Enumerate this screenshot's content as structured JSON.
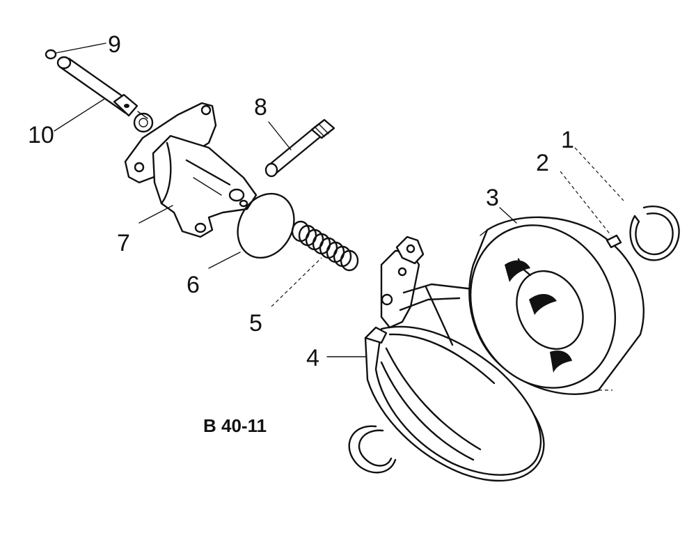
{
  "figure_ref": "B 40-11",
  "callouts": [
    {
      "id": "1",
      "part": "snap-ring"
    },
    {
      "id": "2",
      "part": "key"
    },
    {
      "id": "3",
      "part": "drum"
    },
    {
      "id": "4",
      "part": "band"
    },
    {
      "id": "5",
      "part": "spring"
    },
    {
      "id": "6",
      "part": "o-ring"
    },
    {
      "id": "7",
      "part": "housing"
    },
    {
      "id": "8",
      "part": "pin"
    },
    {
      "id": "9",
      "part": "small-ring"
    },
    {
      "id": "10",
      "part": "shaft"
    }
  ]
}
